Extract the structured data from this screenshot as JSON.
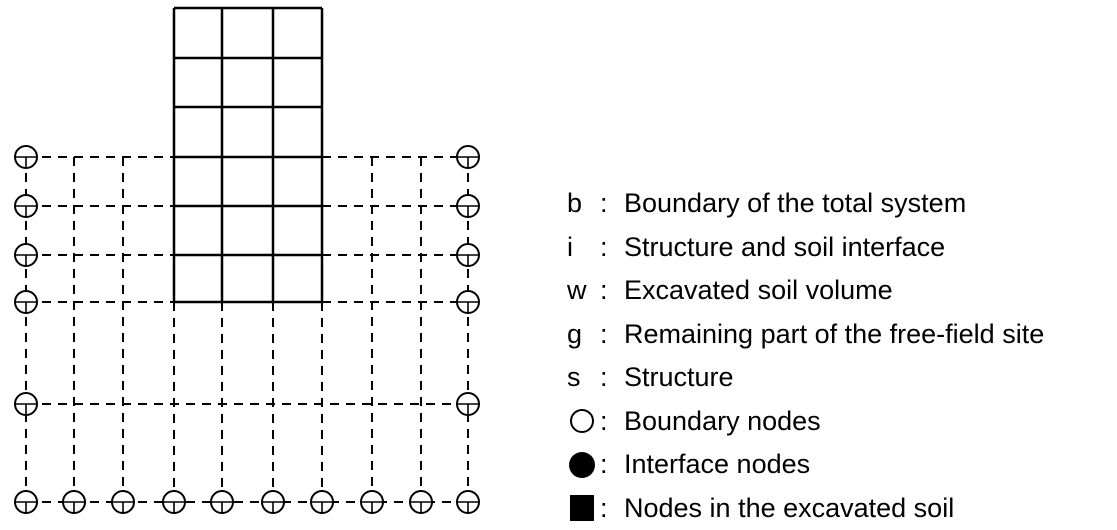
{
  "legend": {
    "items": [
      {
        "key": "b",
        "separator": ":",
        "label": "Boundary of the total system"
      },
      {
        "key": "i",
        "separator": ":",
        "label": "Structure and soil interface"
      },
      {
        "key": "w",
        "separator": ":",
        "label": "Excavated soil volume"
      },
      {
        "key": "g",
        "separator": ":",
        "label": "Remaining part of the free-field site"
      },
      {
        "key": "s",
        "separator": ":",
        "label": "Structure"
      },
      {
        "symbol": "open-circle",
        "separator": ":",
        "label": "Boundary nodes"
      },
      {
        "symbol": "filled-circle",
        "separator": ":",
        "label": "Interface nodes"
      },
      {
        "symbol": "filled-square",
        "separator": ":",
        "label": "Nodes in the excavated soil"
      }
    ]
  },
  "colors": {
    "line": "#000000",
    "background": "#ffffff"
  }
}
